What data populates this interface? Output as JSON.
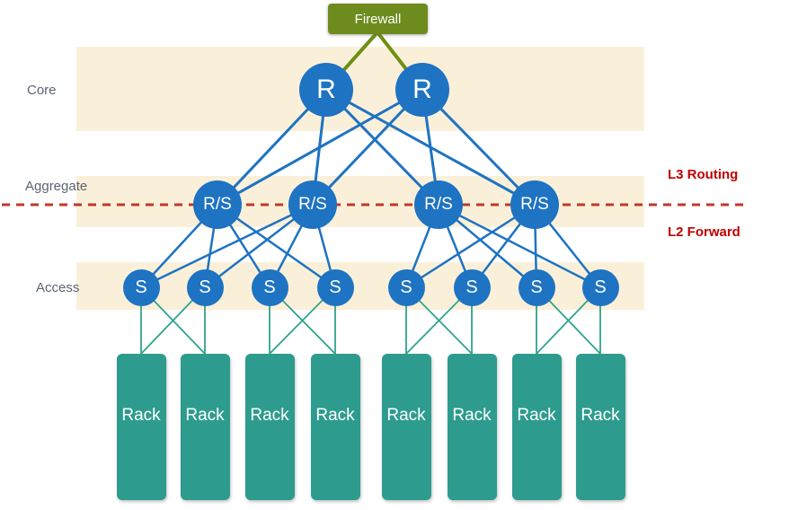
{
  "diagram": {
    "firewall": {
      "label": "Firewall"
    },
    "layer_labels": {
      "core": "Core",
      "aggregate": "Aggregate",
      "access": "Access"
    },
    "annotations": {
      "l3_routing": "L3 Routing",
      "l2_forward": "L2 Forward"
    },
    "nodes": {
      "core": [
        {
          "id": "r1",
          "label": "R"
        },
        {
          "id": "r2",
          "label": "R"
        }
      ],
      "aggregate": [
        {
          "id": "rs1",
          "label": "R/S"
        },
        {
          "id": "rs2",
          "label": "R/S"
        },
        {
          "id": "rs3",
          "label": "R/S"
        },
        {
          "id": "rs4",
          "label": "R/S"
        }
      ],
      "access": [
        {
          "id": "s1",
          "label": "S"
        },
        {
          "id": "s2",
          "label": "S"
        },
        {
          "id": "s3",
          "label": "S"
        },
        {
          "id": "s4",
          "label": "S"
        },
        {
          "id": "s5",
          "label": "S"
        },
        {
          "id": "s6",
          "label": "S"
        },
        {
          "id": "s7",
          "label": "S"
        },
        {
          "id": "s8",
          "label": "S"
        }
      ],
      "racks": [
        {
          "id": "rack1",
          "label": "Rack"
        },
        {
          "id": "rack2",
          "label": "Rack"
        },
        {
          "id": "rack3",
          "label": "Rack"
        },
        {
          "id": "rack4",
          "label": "Rack"
        },
        {
          "id": "rack5",
          "label": "Rack"
        },
        {
          "id": "rack6",
          "label": "Rack"
        },
        {
          "id": "rack7",
          "label": "Rack"
        },
        {
          "id": "rack8",
          "label": "Rack"
        }
      ]
    },
    "connections": [
      {
        "a": "fw",
        "b": "r1",
        "kind": "firewall"
      },
      {
        "a": "fw",
        "b": "r2",
        "kind": "firewall"
      },
      {
        "a": "r1",
        "b": "rs1",
        "kind": "core"
      },
      {
        "a": "r1",
        "b": "rs2",
        "kind": "core"
      },
      {
        "a": "r1",
        "b": "rs3",
        "kind": "core"
      },
      {
        "a": "r1",
        "b": "rs4",
        "kind": "core"
      },
      {
        "a": "r2",
        "b": "rs1",
        "kind": "core"
      },
      {
        "a": "r2",
        "b": "rs2",
        "kind": "core"
      },
      {
        "a": "r2",
        "b": "rs3",
        "kind": "core"
      },
      {
        "a": "r2",
        "b": "rs4",
        "kind": "core"
      },
      {
        "a": "rs1",
        "b": "s1",
        "kind": "agg"
      },
      {
        "a": "rs1",
        "b": "s2",
        "kind": "agg"
      },
      {
        "a": "rs1",
        "b": "s3",
        "kind": "agg"
      },
      {
        "a": "rs1",
        "b": "s4",
        "kind": "agg"
      },
      {
        "a": "rs2",
        "b": "s1",
        "kind": "agg"
      },
      {
        "a": "rs2",
        "b": "s2",
        "kind": "agg"
      },
      {
        "a": "rs2",
        "b": "s3",
        "kind": "agg"
      },
      {
        "a": "rs2",
        "b": "s4",
        "kind": "agg"
      },
      {
        "a": "rs3",
        "b": "s5",
        "kind": "agg"
      },
      {
        "a": "rs3",
        "b": "s6",
        "kind": "agg"
      },
      {
        "a": "rs3",
        "b": "s7",
        "kind": "agg"
      },
      {
        "a": "rs3",
        "b": "s8",
        "kind": "agg"
      },
      {
        "a": "rs4",
        "b": "s5",
        "kind": "agg"
      },
      {
        "a": "rs4",
        "b": "s6",
        "kind": "agg"
      },
      {
        "a": "rs4",
        "b": "s7",
        "kind": "agg"
      },
      {
        "a": "rs4",
        "b": "s8",
        "kind": "agg"
      },
      {
        "a": "s1",
        "b": "rack1",
        "kind": "rack"
      },
      {
        "a": "s1",
        "b": "rack2",
        "kind": "rack"
      },
      {
        "a": "s2",
        "b": "rack1",
        "kind": "rack"
      },
      {
        "a": "s2",
        "b": "rack2",
        "kind": "rack"
      },
      {
        "a": "s3",
        "b": "rack3",
        "kind": "rack"
      },
      {
        "a": "s3",
        "b": "rack4",
        "kind": "rack"
      },
      {
        "a": "s4",
        "b": "rack3",
        "kind": "rack"
      },
      {
        "a": "s4",
        "b": "rack4",
        "kind": "rack"
      },
      {
        "a": "s5",
        "b": "rack5",
        "kind": "rack"
      },
      {
        "a": "s5",
        "b": "rack6",
        "kind": "rack"
      },
      {
        "a": "s6",
        "b": "rack5",
        "kind": "rack"
      },
      {
        "a": "s6",
        "b": "rack6",
        "kind": "rack"
      },
      {
        "a": "s7",
        "b": "rack7",
        "kind": "rack"
      },
      {
        "a": "s7",
        "b": "rack8",
        "kind": "rack"
      },
      {
        "a": "s8",
        "b": "rack7",
        "kind": "rack"
      },
      {
        "a": "s8",
        "b": "rack8",
        "kind": "rack"
      }
    ],
    "colors": {
      "node_blue": "#1E73C2",
      "link_blue": "#1E73C2",
      "band_cream": "#FAF0D9",
      "firewall_green": "#6E8C1D",
      "firewall_link_green": "#6F8F12",
      "rack_teal": "#2D9C8E",
      "rack_link_green": "#2FA38F",
      "divider_red": "#C0392B",
      "annotation_red": "#C00000",
      "label_gray": "#5B6472"
    }
  }
}
